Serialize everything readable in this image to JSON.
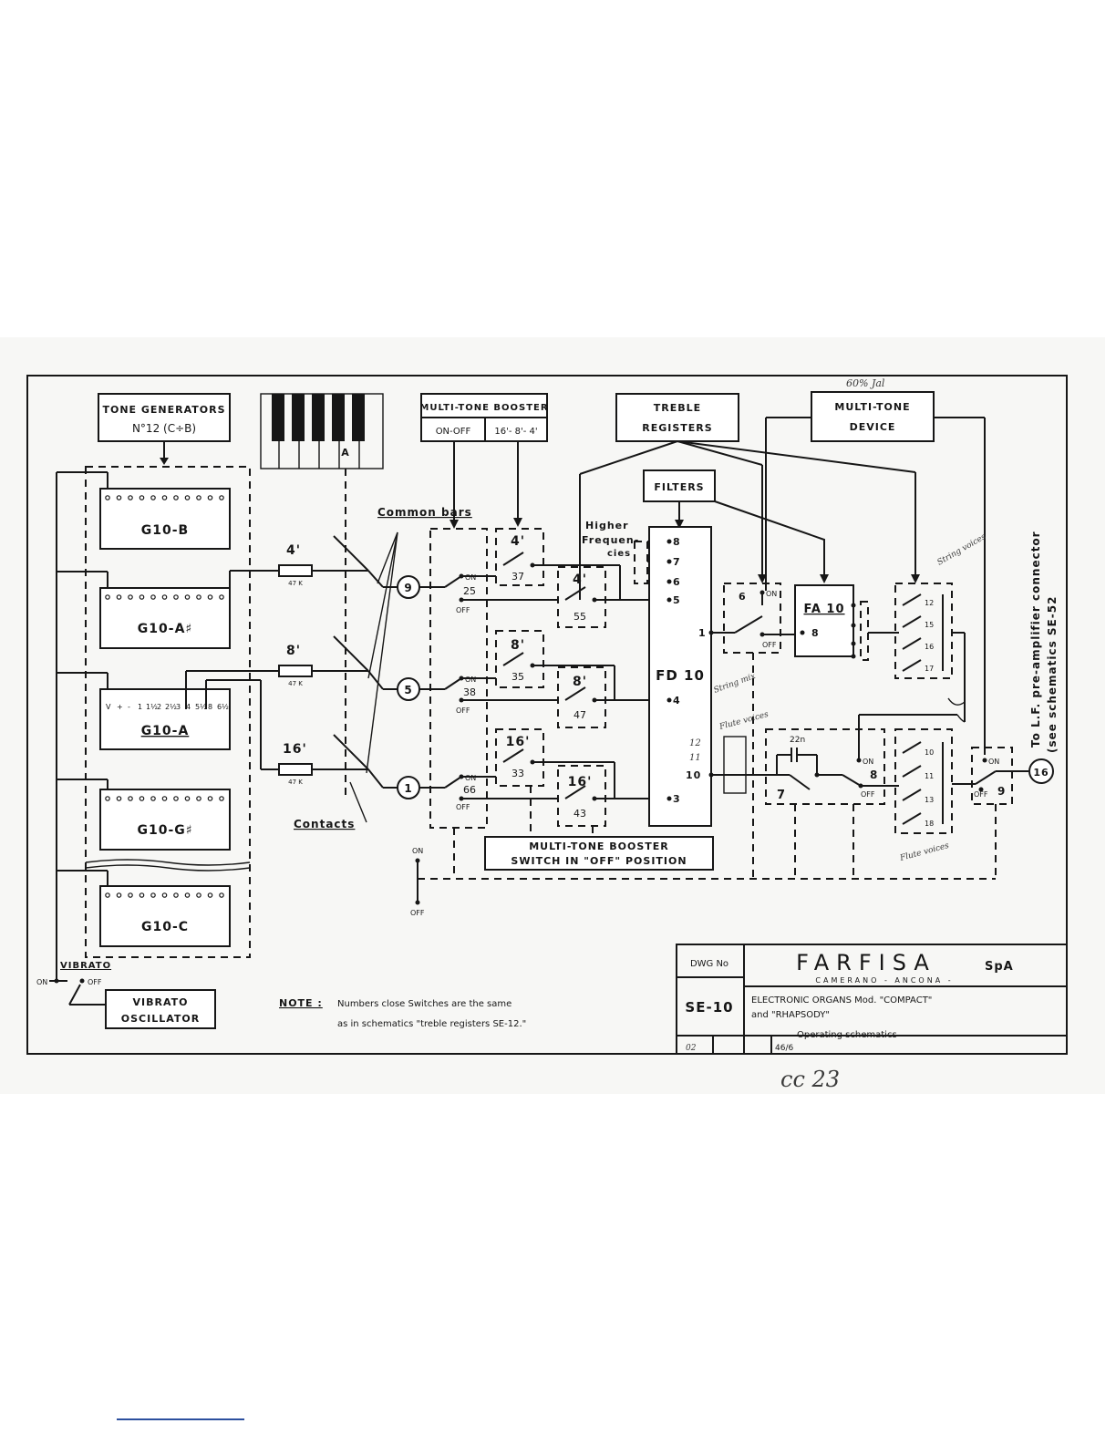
{
  "tone_generators": {
    "title": "TONE GENERATORS",
    "count": "N°12 (C÷B)"
  },
  "generators": [
    "G10-B",
    "G10-A♯",
    "G10-A",
    "G10-G♯",
    "G10-C"
  ],
  "g10a_pins": [
    "V",
    "+",
    "-",
    "1",
    "1½",
    "2",
    "2½",
    "3",
    "4",
    "5½",
    "8",
    "6½"
  ],
  "keyboard_label": "A",
  "feet": [
    "4'",
    "8'",
    "16'"
  ],
  "resistor": "47 K",
  "common_bars": "Common bars",
  "contacts": "Contacts",
  "circles": [
    "9",
    "5",
    "1",
    "16"
  ],
  "booster_top": {
    "title": "MULTI-TONE BOOSTER",
    "left": "ON-OFF",
    "right": "16'- 8'- 4'"
  },
  "booster_switches": [
    "25",
    "38",
    "66"
  ],
  "on_label": "ON",
  "off_label": "OFF",
  "register_switches": [
    {
      "feet": "4'",
      "num": "37"
    },
    {
      "feet": "4'",
      "num": "55"
    },
    {
      "feet": "8'",
      "num": "35"
    },
    {
      "feet": "8'",
      "num": "47"
    },
    {
      "feet": "16'",
      "num": "33"
    },
    {
      "feet": "16'",
      "num": "43"
    }
  ],
  "treble_registers": [
    "TREBLE",
    "REGISTERS"
  ],
  "filters": "FILTERS",
  "multi_tone_device": [
    "MULTI-TONE",
    "DEVICE"
  ],
  "higher_freq": [
    "Higher",
    "Frequen-",
    "cies"
  ],
  "fd10": {
    "name": "FD 10",
    "pins": [
      "8",
      "7",
      "6",
      "5",
      "4",
      "3",
      "1",
      "10",
      "12",
      "11"
    ]
  },
  "fa10": {
    "name": "FA 10",
    "pin": "8"
  },
  "switch_numbers": [
    "6",
    "7",
    "8",
    "9"
  ],
  "cap_label": "22n",
  "right_switches": [
    [
      "12",
      "15",
      "16",
      "17"
    ],
    [
      "10",
      "11",
      "13",
      "18"
    ]
  ],
  "booster_note": [
    "MULTI-TONE BOOSTER",
    "SWITCH  IN \"OFF\" POSITION"
  ],
  "vibrato": {
    "label": "VIBRATO",
    "osc": [
      "VIBRATO",
      "OSCILLATOR"
    ]
  },
  "note": {
    "label": "NOTE :",
    "line1": "Numbers close Switches are the same",
    "line2": "as in schematics \"treble registers SE-12.\""
  },
  "side_text": [
    "To L.F. pre-amplifier connector",
    "(see schematics SE-52"
  ],
  "title_block": {
    "dwg_label": "DWG No",
    "dwg_no": "SE-10",
    "company": "FARFISA",
    "company_suffix": "SpA",
    "city": "CAMERANO - ANCONA -",
    "desc1": "ELECTRONIC  ORGANS Mod. \"COMPACT\"",
    "desc2": "and \"RHAPSODY\"",
    "desc3": "Operating  schematics",
    "rev": "02",
    "sheet": "46/6"
  },
  "handwritten": {
    "top": "60% Jal",
    "string_voices": "String voices",
    "string_mix": "String mix",
    "flute_voices": "Flute voices",
    "flute_voices2": "Flute voices",
    "cc": "cc 23"
  }
}
